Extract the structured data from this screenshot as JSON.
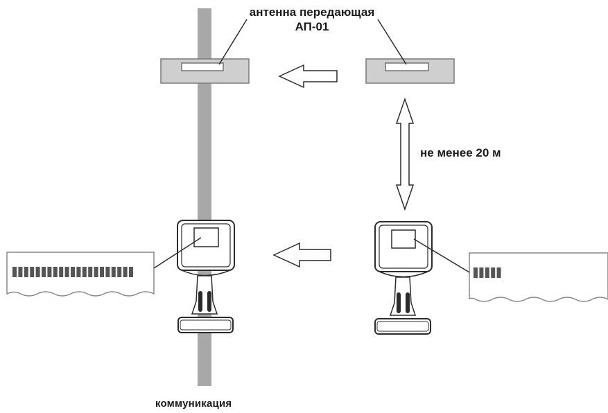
{
  "labels": {
    "antenna_title": "антенна передающая",
    "antenna_model": "АП-01",
    "distance": "не менее 20 м",
    "pipe": "коммуникация"
  },
  "display_bars": {
    "left_segments": 21,
    "right_segments": 5
  },
  "colors": {
    "pipe": "#a8a8a8",
    "antenna_body": "#cfcfcf",
    "outline": "#2b2b2b",
    "paper_edge": "#888888"
  }
}
